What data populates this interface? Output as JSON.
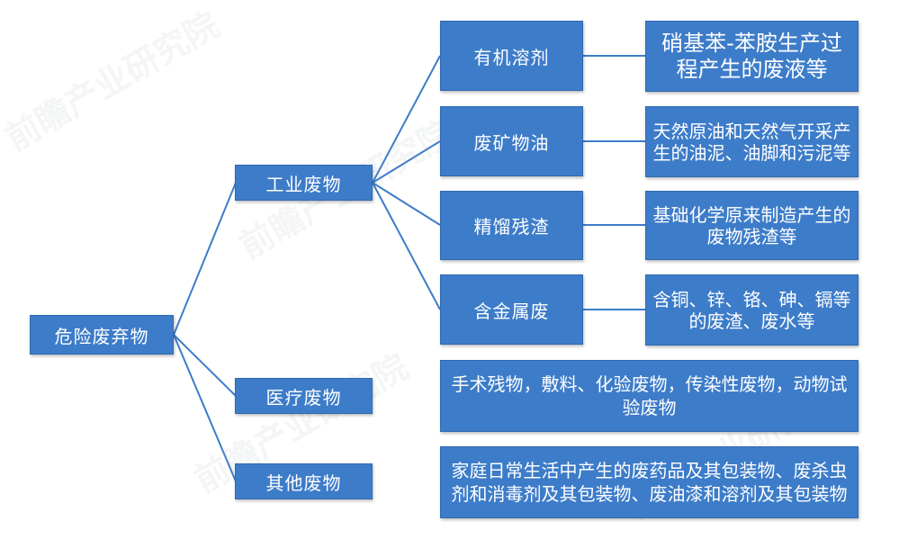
{
  "diagram": {
    "root": "危险废弃物",
    "categories": {
      "industrial": "工业废物",
      "medical": "医疗废物",
      "other": "其他废物"
    },
    "industrial_items": [
      {
        "name": "有机溶剂",
        "desc": "硝基苯-苯胺生产过程产生的废液等"
      },
      {
        "name": "废矿物油",
        "desc": "天然原油和天然气开采产生的油泥、油脚和污泥等"
      },
      {
        "name": "精馏残渣",
        "desc": "基础化学原来制造产生的废物残渣等"
      },
      {
        "name": "含金属废",
        "desc": "含铜、锌、铬、砷、镉等的废渣、废水等"
      }
    ],
    "medical_desc": "手术残物，敷料、化验废物，传染性废物，动物试验废物",
    "other_desc": "家庭日常生活中产生的废药品及其包装物、废杀虫剂和消毒剂及其包装物、废油漆和溶剂及其包装物"
  },
  "watermark": "前瞻产业研究院",
  "colors": {
    "box": "#3d7cc9",
    "line": "#3d7cc9",
    "text": "#ffffff"
  }
}
